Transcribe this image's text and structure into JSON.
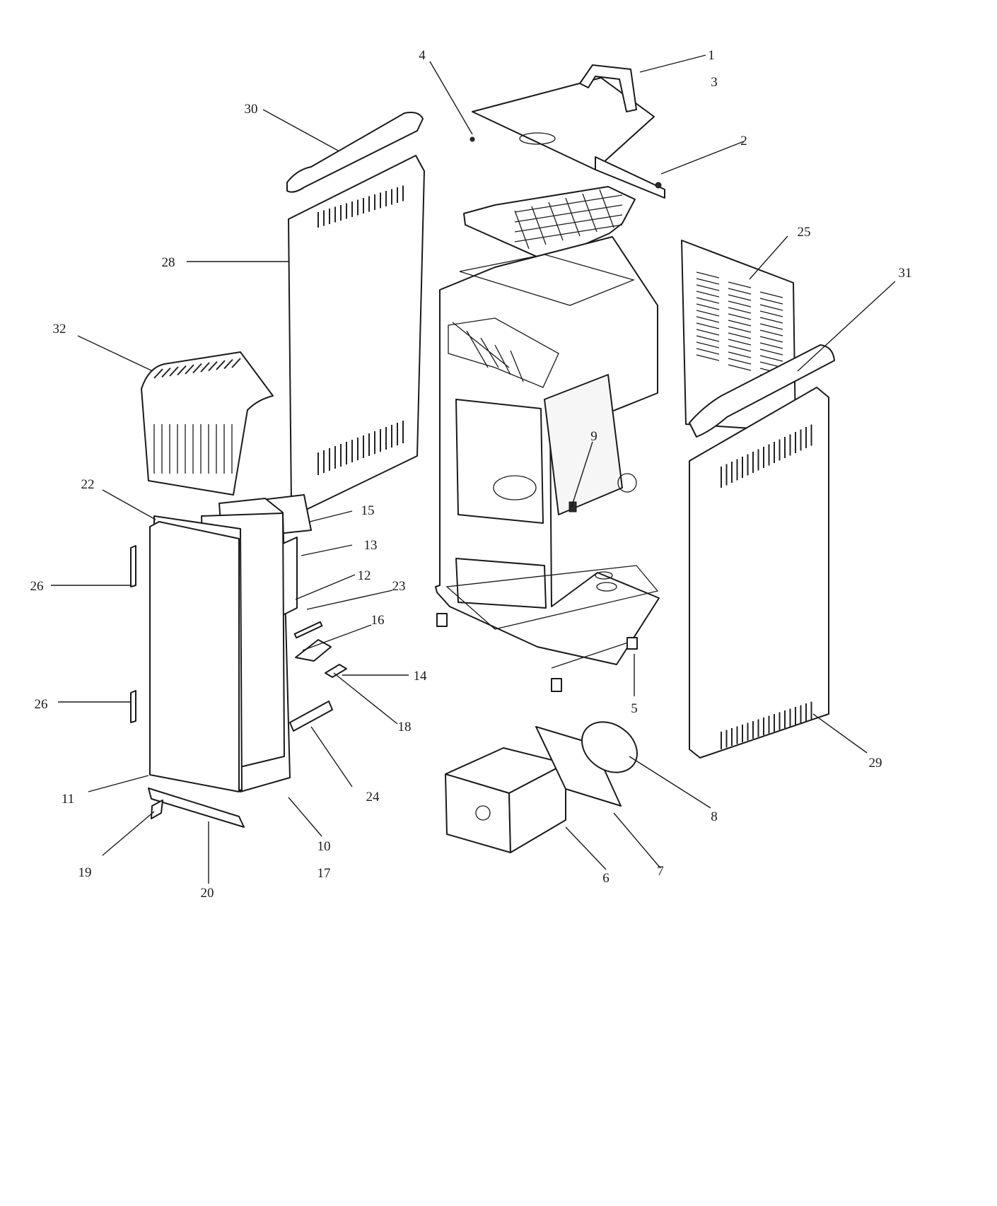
{
  "diagram": {
    "type": "exploded-parts-diagram",
    "subject": "pellet stove",
    "callouts": [
      "1",
      "2",
      "3",
      "4",
      "5",
      "6",
      "7",
      "8",
      "9",
      "10",
      "11",
      "12",
      "13",
      "14",
      "15",
      "16",
      "17",
      "18",
      "19",
      "20",
      "22",
      "23",
      "24",
      "25",
      "26",
      "26",
      "28",
      "29",
      "30",
      "31",
      "32"
    ]
  }
}
